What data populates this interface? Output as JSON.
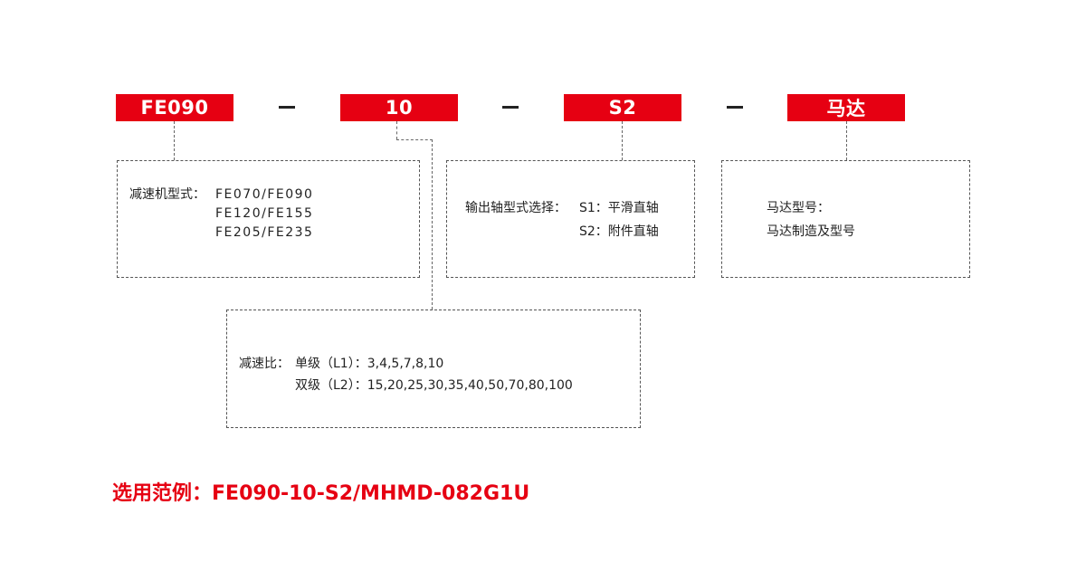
{
  "codes": [
    {
      "label": "FE090"
    },
    {
      "label": "10"
    },
    {
      "label": "S2"
    },
    {
      "label": "马达"
    }
  ],
  "separators": [
    "–",
    "–",
    "–"
  ],
  "boxes": {
    "reducer_type": {
      "label": "减速机型式：",
      "lines": [
        "FE070/FE090",
        "FE120/FE155",
        "FE205/FE235"
      ]
    },
    "output_shaft": {
      "label": "输出轴型式选择：",
      "lines": [
        "S1：平滑直轴",
        "S2：附件直轴"
      ]
    },
    "motor": {
      "lines": [
        "马达型号：",
        "马达制造及型号"
      ]
    },
    "ratio": {
      "label": "减速比：",
      "lines": [
        "单级（L1）：3,4,5,7,8,10",
        "双级（L2）：15,20,25,30,35,40,50,70,80,100"
      ]
    }
  },
  "example": {
    "label": "选用范例：",
    "value": "FE090-10-S2/MHMD-082G1U"
  },
  "colors": {
    "accent": "#e60012",
    "text": "#222222",
    "dashed_border": "#555555"
  }
}
